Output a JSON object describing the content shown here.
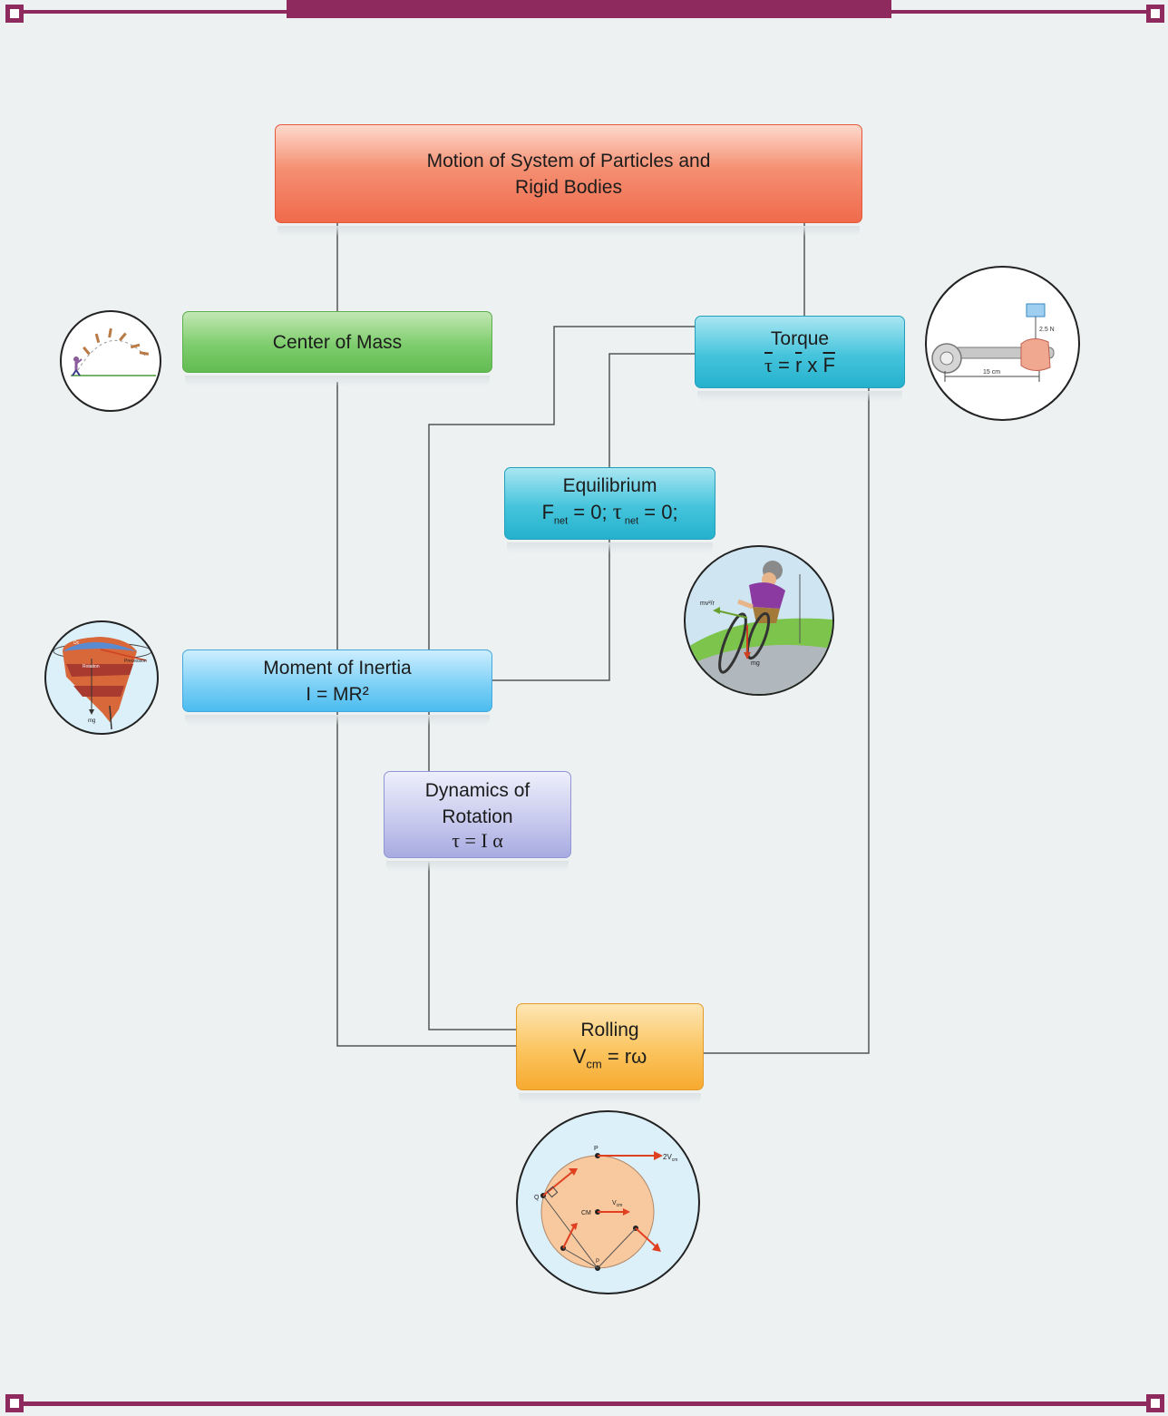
{
  "colors": {
    "frame": "#8e2a5e",
    "background": "#edf1f2",
    "connector": "#555555"
  },
  "nodes": {
    "root": {
      "line1": "Motion of System of Particles and",
      "line2": "Rigid Bodies"
    },
    "center_of_mass": {
      "title": "Center of Mass"
    },
    "torque": {
      "title": "Torque",
      "formula_tau": "τ",
      "formula_eq": " = ",
      "formula_r": "r",
      "formula_x": " x ",
      "formula_F": "F"
    },
    "equilibrium": {
      "title": "Equilibrium",
      "f": "F",
      "f_sub": "net",
      "mid": " = 0; ",
      "tau": "τ",
      "tau_sub": " net",
      "end": " = 0;"
    },
    "moment_of_inertia": {
      "title": "Moment of Inertia",
      "formula": "I = MR²"
    },
    "dynamics_of_rotation": {
      "line1": "Dynamics of",
      "line2": "Rotation",
      "formula": "τ = I α"
    },
    "rolling": {
      "title": "Rolling",
      "v": "V",
      "v_sub": "cm",
      "rest": " = rω"
    }
  },
  "illustrations": {
    "torque": {
      "force_label": "2.5 N",
      "distance_label": "15 cm"
    },
    "rolling": {
      "top_point": "P",
      "top_velocity": "2V",
      "top_velocity_sub": "cm",
      "center_label": "CM",
      "center_velocity": "V",
      "center_velocity_sub": "cm",
      "left_point": "Q",
      "bottom_point": "P"
    },
    "moment_of_inertia": {
      "weight_label": "mg",
      "tag1": "Precession",
      "tag2": "Rotation",
      "tag3": "Ωc"
    },
    "equilibrium": {
      "label": "mv²/r",
      "weight_label": "mg"
    }
  }
}
